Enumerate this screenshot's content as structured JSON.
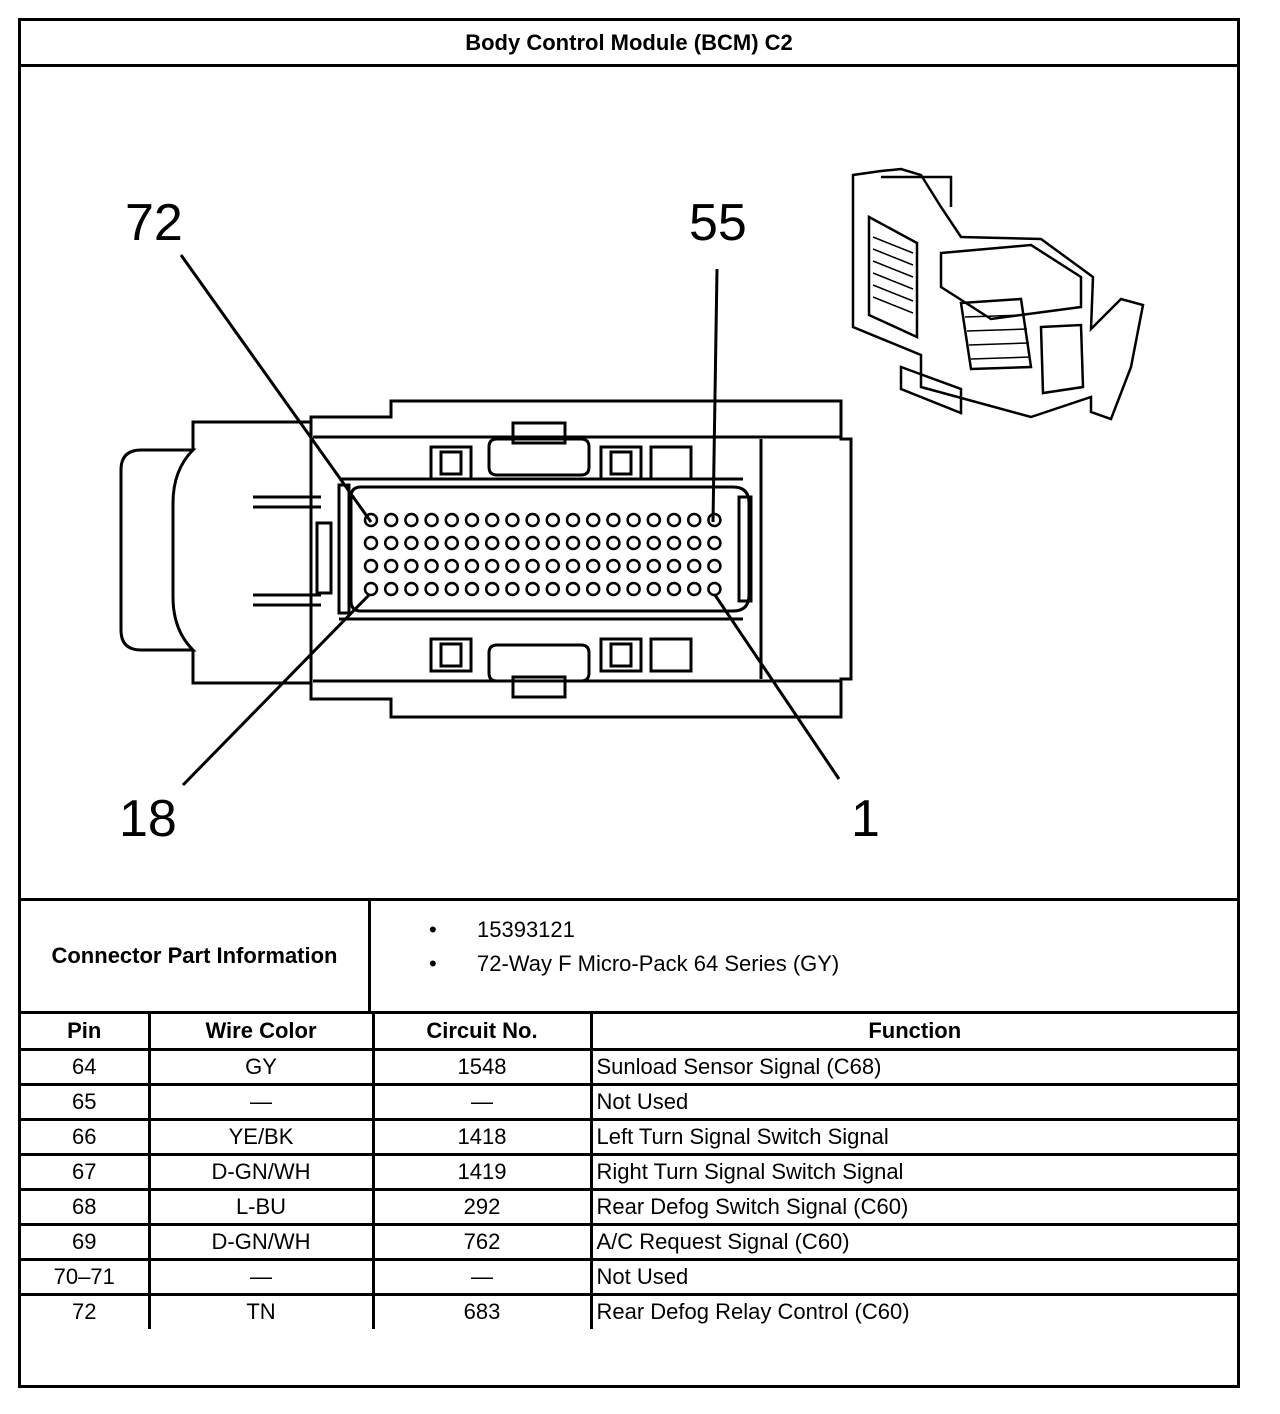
{
  "title": "Body Control Module (BCM) C2",
  "pin_callouts": {
    "top_left": "72",
    "top_right": "55",
    "bottom_left": "18",
    "bottom_right": "1"
  },
  "connector_info": {
    "label": "Connector Part Information",
    "items": [
      "15393121",
      "72-Way F Micro-Pack 64 Series (GY)"
    ],
    "bullet": "•"
  },
  "table": {
    "headers": [
      "Pin",
      "Wire Color",
      "Circuit No.",
      "Function"
    ],
    "rows": [
      [
        "64",
        "GY",
        "1548",
        "Sunload Sensor Signal (C68)"
      ],
      [
        "65",
        "—",
        "—",
        "Not Used"
      ],
      [
        "66",
        "YE/BK",
        "1418",
        "Left Turn Signal Switch Signal"
      ],
      [
        "67",
        "D-GN/WH",
        "1419",
        "Right Turn Signal Switch Signal"
      ],
      [
        "68",
        "L-BU",
        "292",
        "Rear Defog Switch Signal (C60)"
      ],
      [
        "69",
        "D-GN/WH",
        "762",
        "A/C Request Signal (C60)"
      ],
      [
        "70–71",
        "—",
        "—",
        "Not Used"
      ],
      [
        "72",
        "TN",
        "683",
        "Rear Defog Relay Control (C60)"
      ]
    ]
  }
}
